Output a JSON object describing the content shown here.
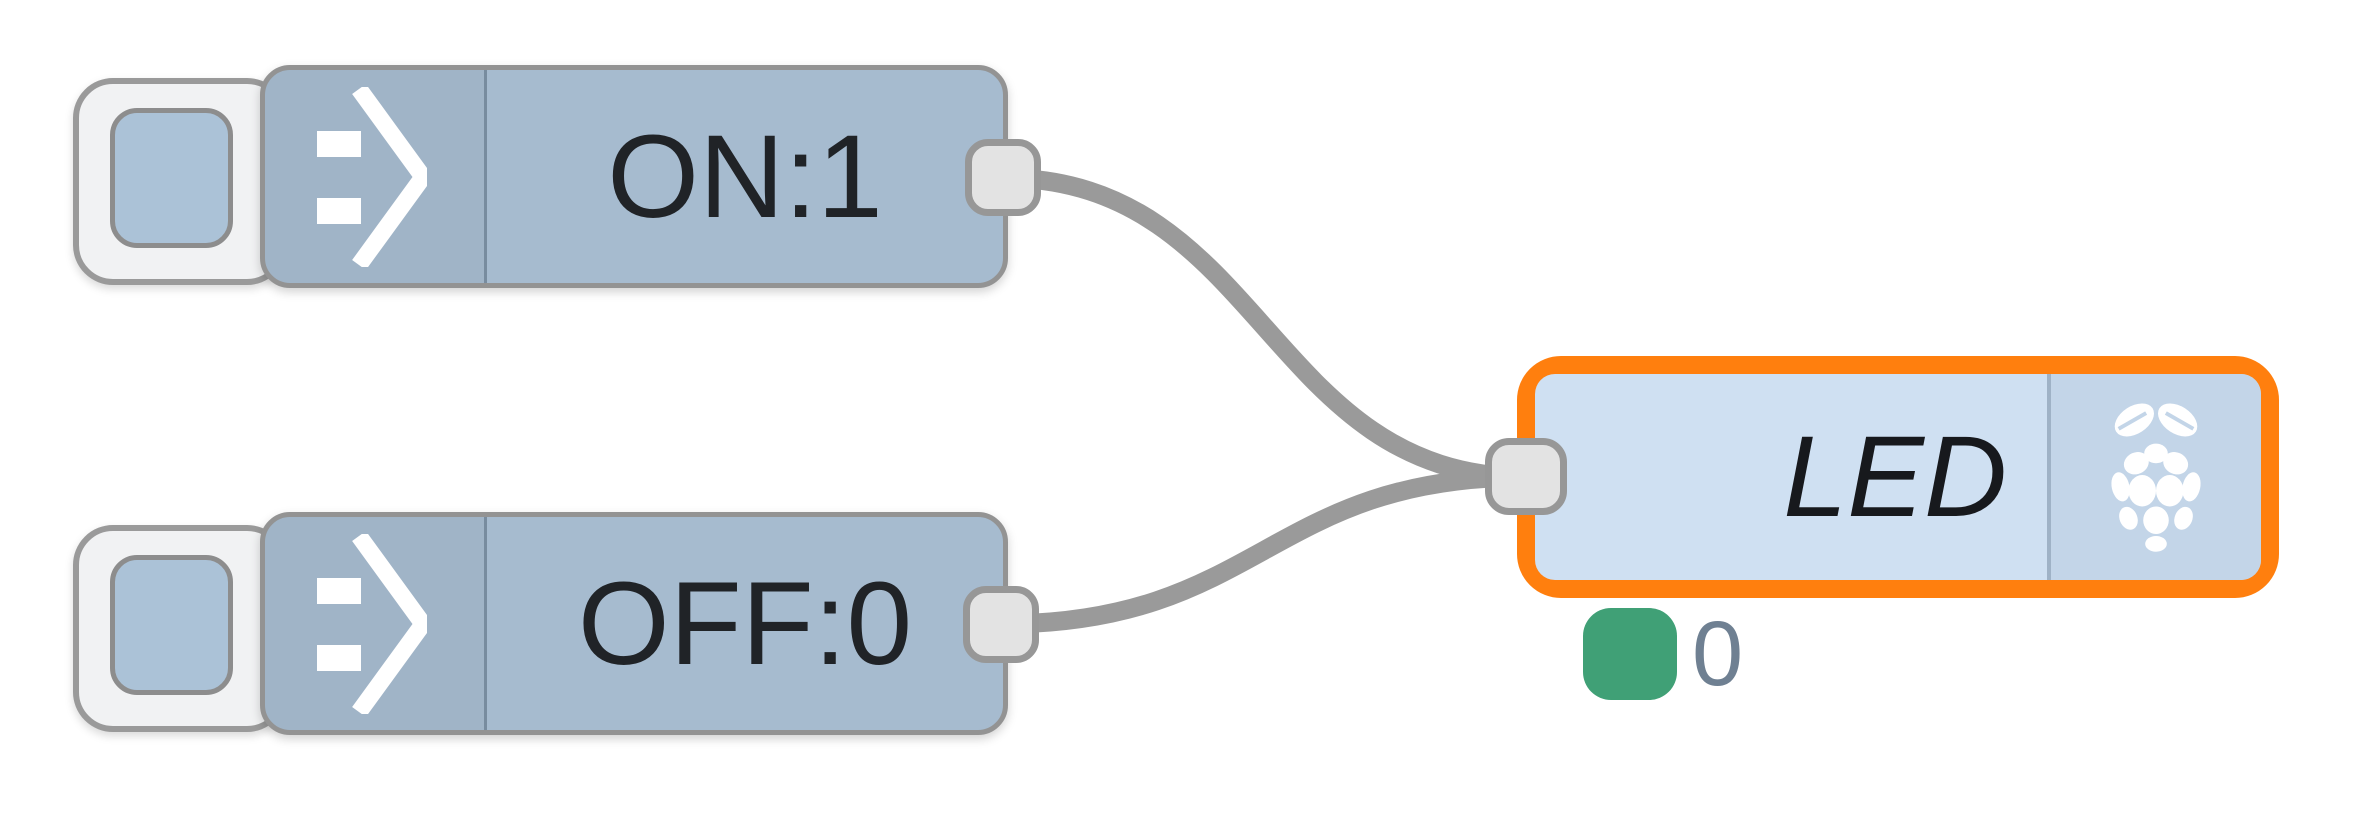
{
  "editor": {
    "background": "#ffffff"
  },
  "nodes": {
    "inject_on": {
      "label": "ON:1",
      "icon": "inject-arrow-icon",
      "has_trigger_button": true,
      "fill": "#a6bbcf"
    },
    "inject_off": {
      "label": "OFF:0",
      "icon": "inject-arrow-icon",
      "has_trigger_button": true,
      "fill": "#a6bbcf"
    },
    "led": {
      "label": "LED",
      "icon": "raspberry-pi-icon",
      "fill": "#cfe0f2",
      "selected": true,
      "selection_color": "#ff7f0e",
      "status": {
        "shape": "dot",
        "color": "#40a076",
        "text": "0"
      }
    }
  },
  "wires": [
    {
      "from": "inject_on",
      "to": "led"
    },
    {
      "from": "inject_off",
      "to": "led"
    }
  ],
  "colors": {
    "wire": "#9a9a9a",
    "port_fill": "#e3e3e3",
    "port_border": "#979797",
    "node_border": "#939393",
    "inject_fill": "#a6bbcf",
    "led_fill": "#cfe0f2",
    "led_icon_region": "#c3d5e8",
    "selection": "#ff7f0e",
    "status_green": "#40a076",
    "status_text": "#6f8092",
    "label_text": "#202327"
  }
}
